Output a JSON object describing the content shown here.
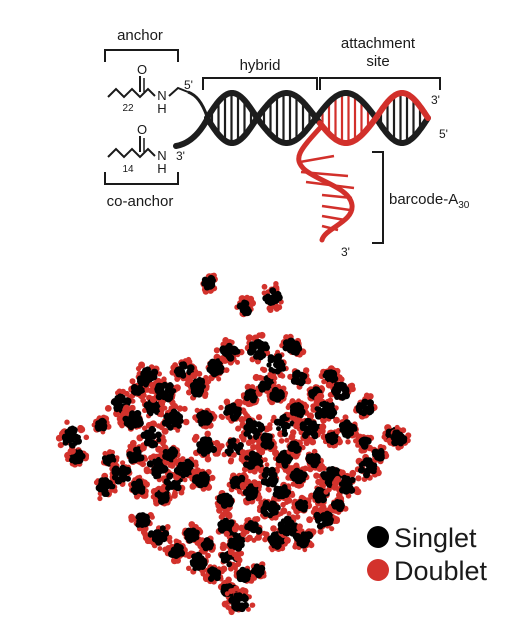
{
  "colors": {
    "black_strand": "#1d1d1d",
    "red_strand": "#d2302b",
    "singlet": "#000000",
    "doublet": "#d3322c",
    "text": "#1a1a1a"
  },
  "labels": {
    "anchor": "anchor",
    "hybrid": "hybrid",
    "attachment_line1": "attachment",
    "attachment_line2": "site",
    "barcode_main": "barcode-A",
    "barcode_sub": "30",
    "co_anchor": "co-anchor",
    "prime5_top": "5'",
    "prime3_left": "3'",
    "prime3_right_top": "3'",
    "prime5_right": "5'",
    "prime3_bottom": "3'",
    "atom_o1": "O",
    "atom_n1": "N",
    "atom_h1": "H",
    "sub_22": "22",
    "atom_o2": "O",
    "atom_n2": "N",
    "atom_h2": "H",
    "sub_14": "14"
  },
  "legend": {
    "items": [
      {
        "label": "Singlet",
        "color": "#000000"
      },
      {
        "label": "Doublet",
        "color": "#d3322c"
      }
    ]
  }
}
